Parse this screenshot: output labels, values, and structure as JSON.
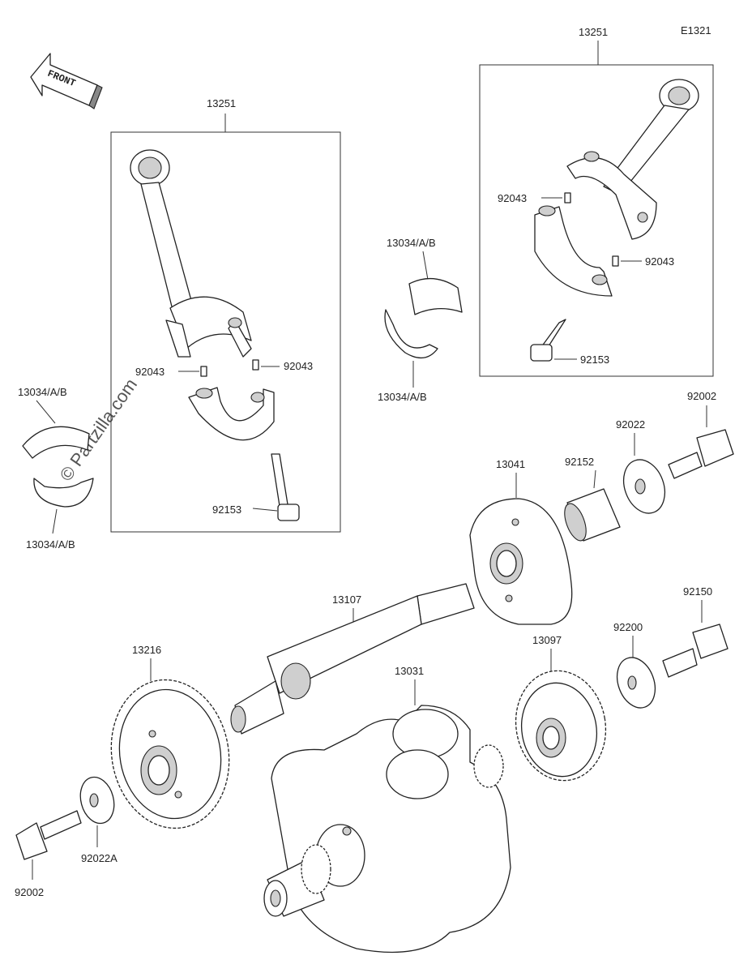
{
  "diagram_code": "E1321",
  "front_label": "FRONT",
  "watermark": "© Partzilla.com",
  "labels": {
    "conrod_left": "13251",
    "conrod_right": "13251",
    "pin_left_a": "92043",
    "pin_left_b": "92043",
    "pin_right_a": "92043",
    "pin_right_b": "92043",
    "bolt_left": "92153",
    "bolt_right": "92153",
    "bearing_top_mid": "13034/A/B",
    "bearing_bottom_mid": "13034/A/B",
    "bearing_top_left": "13034/A/B",
    "bearing_bottom_left": "13034/A/B",
    "clutch_housing": "13041",
    "collar": "92152",
    "washer_upper": "92022",
    "bolt_upper": "92002",
    "shaft": "13107",
    "gear_left": "13216",
    "crankshaft": "13031",
    "gear_right": "13097",
    "washer_right": "92200",
    "bolt_right_lower": "92150",
    "washer_left": "92022A",
    "bolt_left_lower": "92002"
  }
}
